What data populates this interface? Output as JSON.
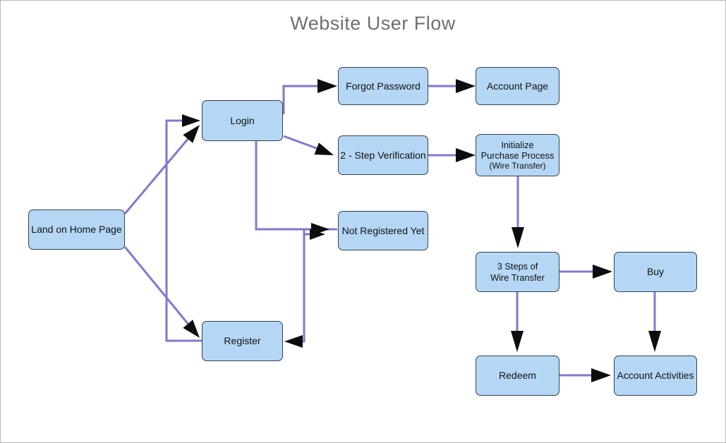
{
  "title": "Website User Flow",
  "colors": {
    "background": "#ffffff",
    "frame_border": "#b8b8b8",
    "node_fill": "#b5d7f5",
    "node_border": "#33414b",
    "connector": "#8576cc",
    "arrowhead": "#0d0d0d",
    "title_text": "#6f6f6f",
    "node_text": "#111111"
  },
  "nodes": [
    {
      "id": "land-on-home-page",
      "lines": [
        "Land on Home Page"
      ]
    },
    {
      "id": "login",
      "lines": [
        "Login"
      ]
    },
    {
      "id": "register",
      "lines": [
        "Register"
      ]
    },
    {
      "id": "forgot-password",
      "lines": [
        "Forgot Password"
      ]
    },
    {
      "id": "account-page",
      "lines": [
        "Account Page"
      ]
    },
    {
      "id": "two-step-verification",
      "lines": [
        "2 - Step Verification"
      ]
    },
    {
      "id": "initialize-purchase-process",
      "lines": [
        "Initialize",
        "Purchase Process",
        "(Wire Transfer)"
      ]
    },
    {
      "id": "not-registered-yet",
      "lines": [
        "Not Registered Yet"
      ]
    },
    {
      "id": "three-steps-of-wire-transfer",
      "lines": [
        "3 Steps of",
        "Wire Transfer"
      ]
    },
    {
      "id": "buy",
      "lines": [
        "Buy"
      ]
    },
    {
      "id": "redeem",
      "lines": [
        "Redeem"
      ]
    },
    {
      "id": "account-activities",
      "lines": [
        "Account Activities"
      ]
    }
  ],
  "edges": [
    {
      "from": "land-on-home-page",
      "to": "login"
    },
    {
      "from": "land-on-home-page",
      "to": "register"
    },
    {
      "from": "register",
      "to": "login"
    },
    {
      "from": "login",
      "to": "forgot-password"
    },
    {
      "from": "forgot-password",
      "to": "account-page"
    },
    {
      "from": "login",
      "to": "two-step-verification"
    },
    {
      "from": "two-step-verification",
      "to": "initialize-purchase-process"
    },
    {
      "from": "login",
      "to": "not-registered-yet"
    },
    {
      "from": "register",
      "to": "not-registered-yet"
    },
    {
      "from": "not-registered-yet",
      "to": "register"
    },
    {
      "from": "initialize-purchase-process",
      "to": "three-steps-of-wire-transfer"
    },
    {
      "from": "three-steps-of-wire-transfer",
      "to": "buy"
    },
    {
      "from": "three-steps-of-wire-transfer",
      "to": "redeem"
    },
    {
      "from": "buy",
      "to": "account-activities"
    },
    {
      "from": "redeem",
      "to": "account-activities"
    }
  ]
}
